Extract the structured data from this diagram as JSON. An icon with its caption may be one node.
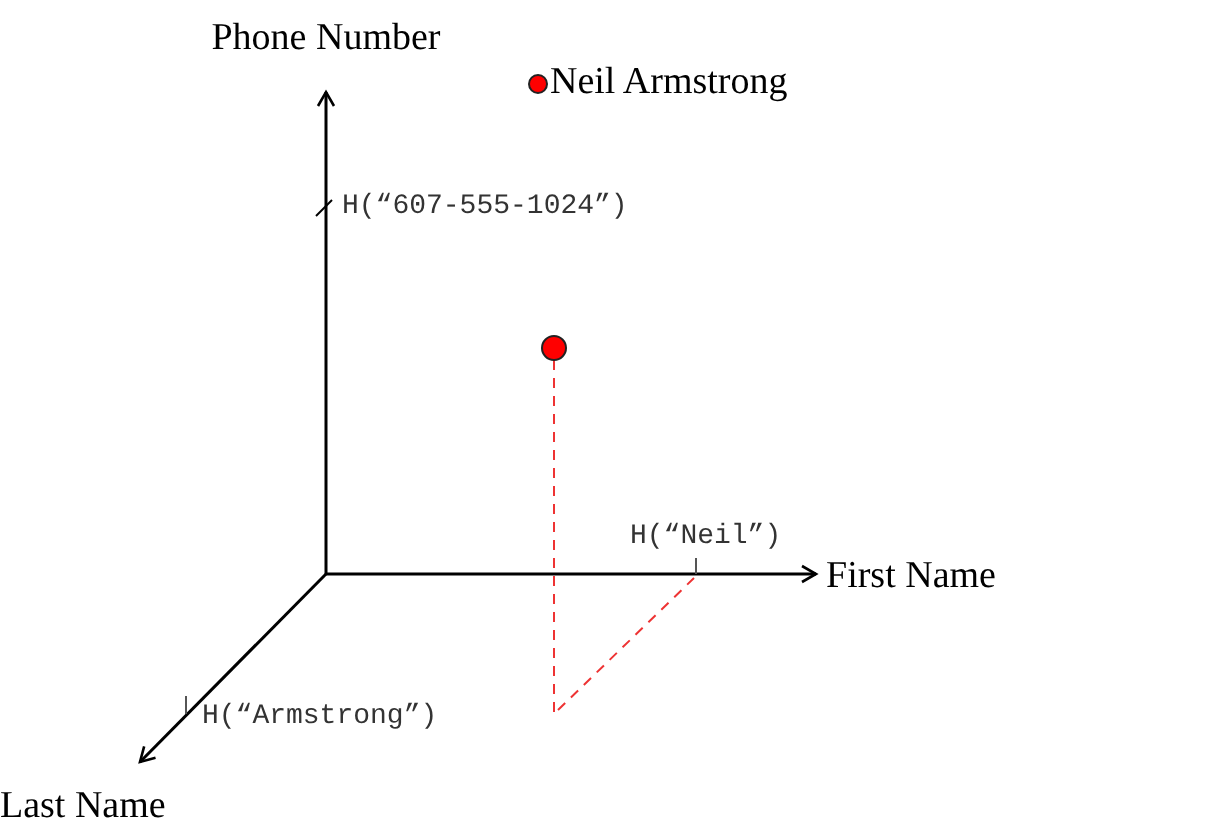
{
  "diagram": {
    "labels": [
      "Phone Number",
      "H(“607-555-1024”)",
      "H(“Neil”)",
      "First Name",
      "H(“Armstrong”)",
      "Last Name"
    ],
    "legend": [
      {
        "text": "Neil Armstrong",
        "color": "#ff0000"
      }
    ]
  }
}
